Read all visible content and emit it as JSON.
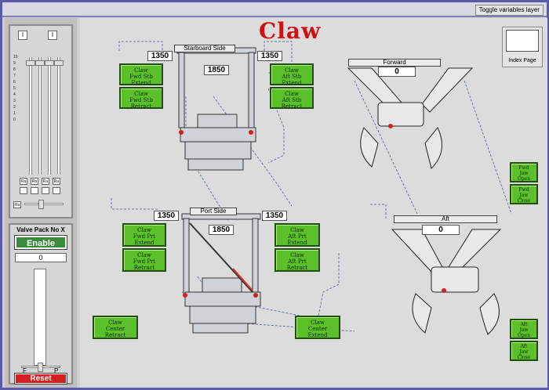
{
  "topbar": {
    "toggle_label": "Toggle variables layer"
  },
  "left": {
    "fields": [
      "I",
      "I"
    ],
    "scale": [
      "10",
      "9",
      "8",
      "7",
      "6",
      "5",
      "4",
      "3",
      "2",
      "1",
      "0"
    ],
    "slider_labels": [
      "Ra",
      "Ra",
      "Ra",
      "Ra"
    ],
    "bottom_label": "Ra"
  },
  "valve": {
    "title": "Valve Pack No X",
    "enable_label": "Enable",
    "value": "0",
    "f_label": "F",
    "p_label": "P",
    "reset_label": "Reset"
  },
  "main": {
    "title": "Claw",
    "index_label": "Index Page",
    "starboard": {
      "label": "Starboard Side",
      "left_value": "1350",
      "right_value": "1350",
      "center_value": "1850"
    },
    "port": {
      "label": "Port Side",
      "left_value": "1350",
      "right_value": "1350",
      "center_value": "1850"
    },
    "forward": {
      "label": "Forward",
      "value": "0"
    },
    "aft": {
      "label": "Aft",
      "value": "0"
    },
    "buttons": {
      "fwd_stb_extend": [
        "Claw",
        "Fwd Stb",
        "Extend"
      ],
      "fwd_stb_retract": [
        "Claw",
        "Fwd Stb",
        "Retract"
      ],
      "aft_stb_extend": [
        "Claw",
        "Aft Stb",
        "Extend"
      ],
      "aft_stb_retract": [
        "Claw",
        "Aft Stb",
        "Retract"
      ],
      "fwd_prt_extend": [
        "Claw",
        "Fwd Prt",
        "Extend"
      ],
      "fwd_prt_retract": [
        "Claw",
        "Fwd Prt",
        "Retract"
      ],
      "aft_prt_extend": [
        "Claw",
        "Aft Prt",
        "Extend"
      ],
      "aft_prt_retract": [
        "Claw",
        "Aft Prt",
        "Retract"
      ],
      "center_retract": [
        "Claw",
        "Center",
        "Retract"
      ],
      "center_extend": [
        "Claw",
        "Center",
        "Extend"
      ],
      "fwd_jaw_open": [
        "Fwd",
        "Jaw",
        "Open"
      ],
      "fwd_jaw_close": [
        "Fwd",
        "Jaw",
        "Close"
      ],
      "aft_jaw_open": [
        "Aft",
        "Jaw",
        "Open"
      ],
      "aft_jaw_close": [
        "Aft",
        "Jaw",
        "Close"
      ]
    }
  },
  "colors": {
    "button_green": "#5cc02a",
    "title_red": "#d01010",
    "reset_red": "#d32020",
    "enable_green": "#3a8c3a"
  }
}
